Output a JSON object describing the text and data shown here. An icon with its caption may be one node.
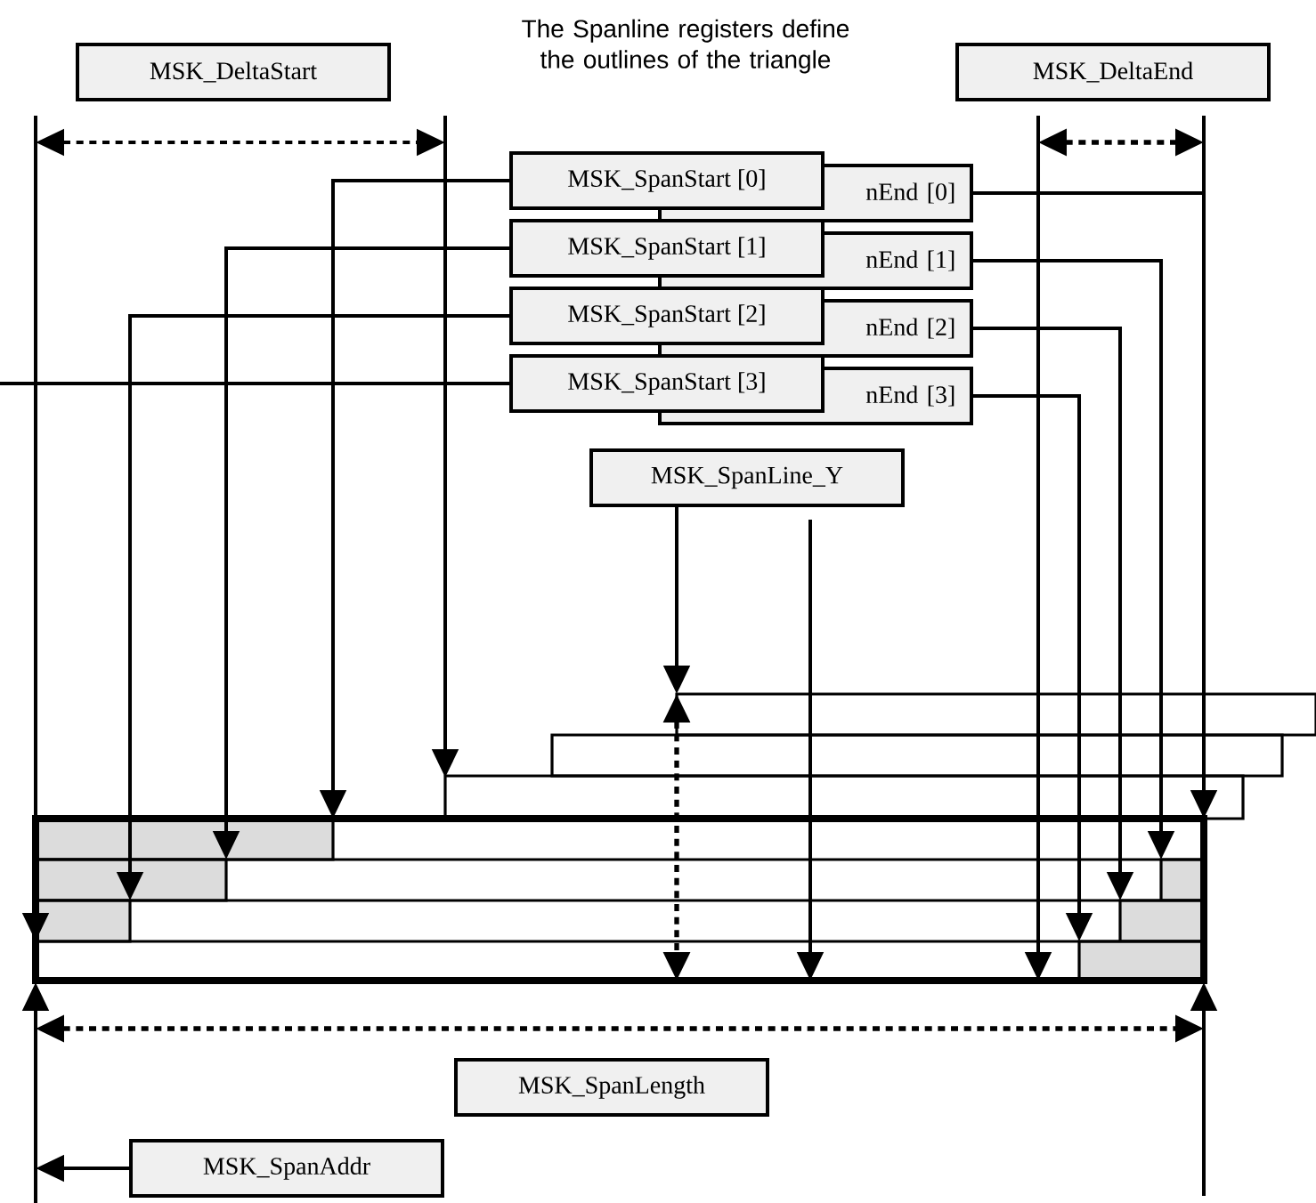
{
  "diagram": {
    "title": "The Spanline registers define the outlines of the triangle",
    "nodes": [
      {
        "text": [
          "MSK_DeltaStart"
        ]
      },
      {
        "text": [
          "MSK_DeltaEnd"
        ]
      },
      {
        "text": [
          "MSK_SpanStart [0]"
        ]
      },
      {
        "text": [
          "nEnd [0]"
        ]
      },
      {
        "text": [
          "MSK_SpanStart [1]"
        ]
      },
      {
        "text": [
          "nEnd [1]"
        ]
      },
      {
        "text": [
          "MSK_SpanStart [2]"
        ]
      },
      {
        "text": [
          "nEnd [2]"
        ]
      },
      {
        "text": [
          "MSK_SpanStart [3]"
        ]
      },
      {
        "text": [
          "nEnd [3]"
        ]
      },
      {
        "text": [
          "MSK_SpanLine_Y"
        ]
      },
      {
        "text": [
          "MSK_SpanLength"
        ]
      },
      {
        "text": [
          "MSK_SpanAddr"
        ]
      }
    ],
    "edges": [
      {
        "from": 2,
        "to": null,
        "arrow": "to"
      },
      {
        "from": 4,
        "to": null,
        "arrow": "to"
      },
      {
        "from": 6,
        "to": null,
        "arrow": "to"
      },
      {
        "from": 8,
        "to": null,
        "arrow": "to"
      },
      {
        "from": 3,
        "to": null,
        "arrow": "to"
      },
      {
        "from": 5,
        "to": null,
        "arrow": "to"
      },
      {
        "from": 7,
        "to": null,
        "arrow": "to"
      },
      {
        "from": 9,
        "to": null,
        "arrow": "to"
      },
      {
        "from": 10,
        "to": null,
        "arrow": "to"
      },
      {
        "from": 12,
        "to": null,
        "arrow": "to"
      }
    ]
  }
}
